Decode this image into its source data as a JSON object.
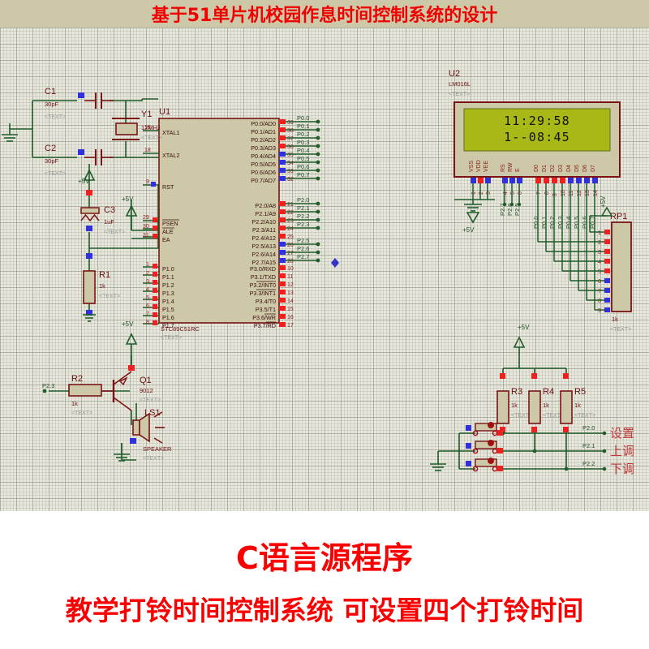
{
  "title": {
    "text": "基于51单片机校园作息时间控制系统的设计"
  },
  "caption": {
    "line1": "C语言源程序",
    "line2": "教学打铃时间控制系统  可设置四个打铃时间"
  },
  "colors": {
    "title_bar_bg": "#cdc9a8",
    "title_text": "#f00000",
    "caption_text": "#fa0000",
    "canvas_bg": "#e8e7dc",
    "wire": "#1f5c2a",
    "body_outline": "#7a1414",
    "body_fill": "#cdc9a8",
    "pin_red": "#ee2020",
    "pin_blue": "#3030dd",
    "lcd_screen": "#a8b816"
  },
  "mcu": {
    "refdes": "U1",
    "part": "STC89C51RC",
    "text_tag": "<TEXT>",
    "left_pins": [
      {
        "num": "19",
        "name": "XTAL1"
      },
      {
        "num": "18",
        "name": "XTAL2"
      },
      {
        "num": "9",
        "name": "RST"
      },
      {
        "num": "29",
        "name": "PSEN"
      },
      {
        "num": "30",
        "name": "ALE"
      },
      {
        "num": "31",
        "name": "EA"
      },
      {
        "num": "1",
        "name": "P1.0"
      },
      {
        "num": "2",
        "name": "P1.1"
      },
      {
        "num": "3",
        "name": "P1.2"
      },
      {
        "num": "4",
        "name": "P1.3"
      },
      {
        "num": "5",
        "name": "P1.4"
      },
      {
        "num": "6",
        "name": "P1.5"
      },
      {
        "num": "7",
        "name": "P1.6"
      },
      {
        "num": "8",
        "name": "P1.7"
      }
    ],
    "port0": [
      {
        "num": "39",
        "name": "P0.0/AD0",
        "net": "P0.0"
      },
      {
        "num": "38",
        "name": "P0.1/AD1",
        "net": "P0.1"
      },
      {
        "num": "37",
        "name": "P0.2/AD2",
        "net": "P0.2"
      },
      {
        "num": "36",
        "name": "P0.3/AD3",
        "net": "P0.3"
      },
      {
        "num": "35",
        "name": "P0.4/AD4",
        "net": "P0.4"
      },
      {
        "num": "34",
        "name": "P0.5/AD5",
        "net": "P0.5"
      },
      {
        "num": "33",
        "name": "P0.6/AD6",
        "net": "P0.6"
      },
      {
        "num": "32",
        "name": "P0.7/AD7",
        "net": "P0.7"
      }
    ],
    "port2": [
      {
        "num": "21",
        "name": "P2.0/A8",
        "net": "P2.0"
      },
      {
        "num": "22",
        "name": "P2.1/A9",
        "net": "P2.1"
      },
      {
        "num": "23",
        "name": "P2.2/A10",
        "net": "P2.2"
      },
      {
        "num": "24",
        "name": "P2.3/A11",
        "net": "P2.3"
      },
      {
        "num": "25",
        "name": "P2.4/A12",
        "net": ""
      },
      {
        "num": "26",
        "name": "P2.5/A13",
        "net": "P2.5"
      },
      {
        "num": "27",
        "name": "P2.6/A14",
        "net": "P2.6"
      },
      {
        "num": "28",
        "name": "P2.7/A15",
        "net": "P2.7"
      }
    ],
    "port3": [
      {
        "num": "10",
        "name": "P3.0/RXD"
      },
      {
        "num": "11",
        "name": "P3.1/TXD"
      },
      {
        "num": "12",
        "name": "P3.2/INT0"
      },
      {
        "num": "13",
        "name": "P3.3/INT1"
      },
      {
        "num": "14",
        "name": "P3.4/T0"
      },
      {
        "num": "15",
        "name": "P3.5/T1"
      },
      {
        "num": "16",
        "name": "P3.6/WR"
      },
      {
        "num": "17",
        "name": "P3.7/RD"
      }
    ]
  },
  "lcd": {
    "refdes": "U2",
    "part": "LM016L",
    "text_tag": "<TEXT>",
    "line1": "11:29:58",
    "line2": "1--08:45",
    "pins": [
      {
        "num": "1",
        "name": "VSS",
        "net": ""
      },
      {
        "num": "2",
        "name": "VDD",
        "net": ""
      },
      {
        "num": "3",
        "name": "VEE",
        "net": ""
      },
      {
        "num": "4",
        "name": "RS",
        "net": "P2.7"
      },
      {
        "num": "5",
        "name": "RW",
        "net": "P2.6"
      },
      {
        "num": "6",
        "name": "E",
        "net": "P2.5"
      },
      {
        "num": "7",
        "name": "D0",
        "net": "P0.0"
      },
      {
        "num": "8",
        "name": "D1",
        "net": "P0.1"
      },
      {
        "num": "9",
        "name": "D2",
        "net": "P0.2"
      },
      {
        "num": "10",
        "name": "D3",
        "net": "P0.3"
      },
      {
        "num": "11",
        "name": "D4",
        "net": "P0.4"
      },
      {
        "num": "12",
        "name": "D5",
        "net": "P0.5"
      },
      {
        "num": "13",
        "name": "D6",
        "net": "P0.6"
      },
      {
        "num": "14",
        "name": "D7",
        "net": "P0.7"
      }
    ],
    "power_label": "+5V"
  },
  "components": {
    "c1": {
      "refdes": "C1",
      "value": "30pF",
      "text_tag": "<TEXT>"
    },
    "c2": {
      "refdes": "C2",
      "value": "30pF",
      "text_tag": "<TEXT>"
    },
    "c3": {
      "refdes": "C3",
      "value": "1uF",
      "text_tag": "<TEXT>"
    },
    "y1": {
      "refdes": "Y1",
      "value": "12MHz",
      "text_tag": "<TEXT>"
    },
    "r1": {
      "refdes": "R1",
      "value": "1k",
      "text_tag": "<TEXT>"
    },
    "r2": {
      "refdes": "R2",
      "value": "1k",
      "text_tag": "<TEXT>"
    },
    "r3": {
      "refdes": "R3",
      "value": "1k",
      "text_tag": "<TEXT>"
    },
    "r4": {
      "refdes": "R4",
      "value": "1k",
      "text_tag": "<TEXT>"
    },
    "r5": {
      "refdes": "R5",
      "value": "1k",
      "text_tag": "<TEXT>"
    },
    "q1": {
      "refdes": "Q1",
      "value": "9012",
      "text_tag": "<TEXT>"
    },
    "ls1": {
      "refdes": "LS1",
      "value": "SPEAKER",
      "text_tag": "<TEXT>"
    },
    "rp1": {
      "refdes": "RP1",
      "value": "1k",
      "text_tag": "<TEXT>",
      "pins": [
        "1",
        "2",
        "3",
        "4",
        "5",
        "6",
        "7",
        "8",
        "9"
      ]
    }
  },
  "power_labels": {
    "xtal_5v": "+5V",
    "reset_5v": "+5V",
    "ea_5v": "+5V",
    "rp1_5v": "+5V",
    "buzzer_5v": "+5V",
    "button_5v": "+5V",
    "lcd_5v": "+5V"
  },
  "buttons": {
    "rows": [
      {
        "net": "P2.0",
        "label": "设置"
      },
      {
        "net": "P2.1",
        "label": "上调"
      },
      {
        "net": "P2.2",
        "label": "下调"
      }
    ]
  },
  "buzzer_net": "P2.3"
}
